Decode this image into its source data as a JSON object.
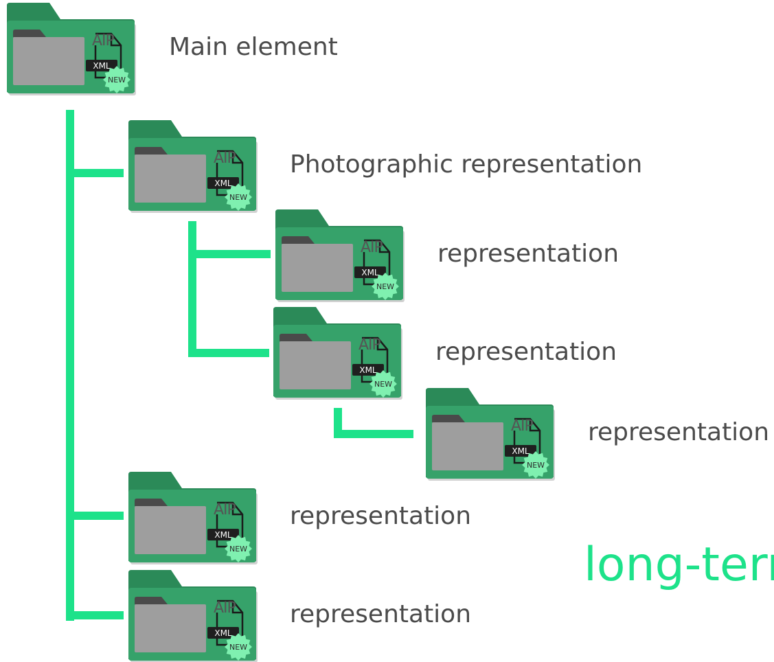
{
  "colors": {
    "connector": "#1de28a",
    "folder_back": "#2b8a58",
    "folder_front": "#36a26a",
    "folder_tab_inner": "#4a4a4a",
    "folder_sheet": "#9e9e9e",
    "badge": "#7ff0b0",
    "label_text": "#4a4a4a",
    "accent_text": "#1de28a"
  },
  "icon": {
    "name": "aip-folder-icon",
    "doc_label": "AIP",
    "file_tag": "XML",
    "badge_text": "NEW"
  },
  "tree": {
    "root": {
      "label": "Main element"
    },
    "child_1": {
      "label": "Photographic representation"
    },
    "child_1_1": {
      "label": "representation"
    },
    "child_1_2": {
      "label": "representation"
    },
    "child_1_2_1": {
      "label": "representation"
    },
    "child_2": {
      "label": "representation"
    },
    "child_3": {
      "label": "representation"
    }
  },
  "footer": {
    "text": "long-term"
  }
}
